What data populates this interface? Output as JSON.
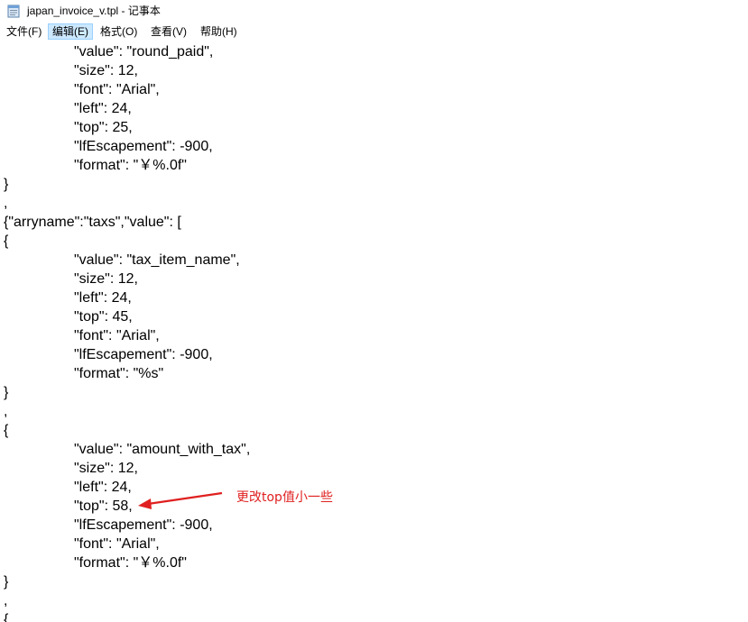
{
  "window": {
    "title": "japan_invoice_v.tpl - 记事本"
  },
  "menu": {
    "items": [
      "文件(F)",
      "编辑(E)",
      "格式(O)",
      "查看(V)",
      "帮助(H)"
    ],
    "active_index": 1
  },
  "editor": {
    "lines": [
      {
        "indent": 1,
        "text": "\"value\": \"round_paid\","
      },
      {
        "indent": 1,
        "text": "\"size\": 12,"
      },
      {
        "indent": 1,
        "text": "\"font\": \"Arial\","
      },
      {
        "indent": 1,
        "text": "\"left\": 24,"
      },
      {
        "indent": 1,
        "text": "\"top\": 25,"
      },
      {
        "indent": 1,
        "text": "\"lfEscapement\": -900,"
      },
      {
        "indent": 1,
        "text": "\"format\": \"￥%.0f\""
      },
      {
        "indent": 0,
        "text": "}"
      },
      {
        "indent": 0,
        "text": ","
      },
      {
        "indent": 0,
        "text": "{\"arryname\":\"taxs\",\"value\": ["
      },
      {
        "indent": 0,
        "text": "{"
      },
      {
        "indent": 1,
        "text": "\"value\": \"tax_item_name\","
      },
      {
        "indent": 1,
        "text": "\"size\": 12,"
      },
      {
        "indent": 1,
        "text": "\"left\": 24,"
      },
      {
        "indent": 1,
        "text": "\"top\": 45,"
      },
      {
        "indent": 1,
        "text": "\"font\": \"Arial\","
      },
      {
        "indent": 1,
        "text": "\"lfEscapement\": -900,"
      },
      {
        "indent": 1,
        "text": "\"format\": \"%s\""
      },
      {
        "indent": 0,
        "text": "}"
      },
      {
        "indent": 0,
        "text": ","
      },
      {
        "indent": 0,
        "text": "{"
      },
      {
        "indent": 1,
        "text": "\"value\": \"amount_with_tax\","
      },
      {
        "indent": 1,
        "text": "\"size\": 12,"
      },
      {
        "indent": 1,
        "text": "\"left\": 24,"
      },
      {
        "indent": 1,
        "text": "\"top\": 58,"
      },
      {
        "indent": 1,
        "text": "\"lfEscapement\": -900,"
      },
      {
        "indent": 1,
        "text": "\"font\": \"Arial\","
      },
      {
        "indent": 1,
        "text": "\"format\": \"￥%.0f\""
      },
      {
        "indent": 0,
        "text": "}"
      },
      {
        "indent": 0,
        "text": ","
      },
      {
        "indent": 0,
        "text": "{"
      }
    ]
  },
  "annotation": {
    "text": "更改top值小一些",
    "color": "#e02020"
  }
}
